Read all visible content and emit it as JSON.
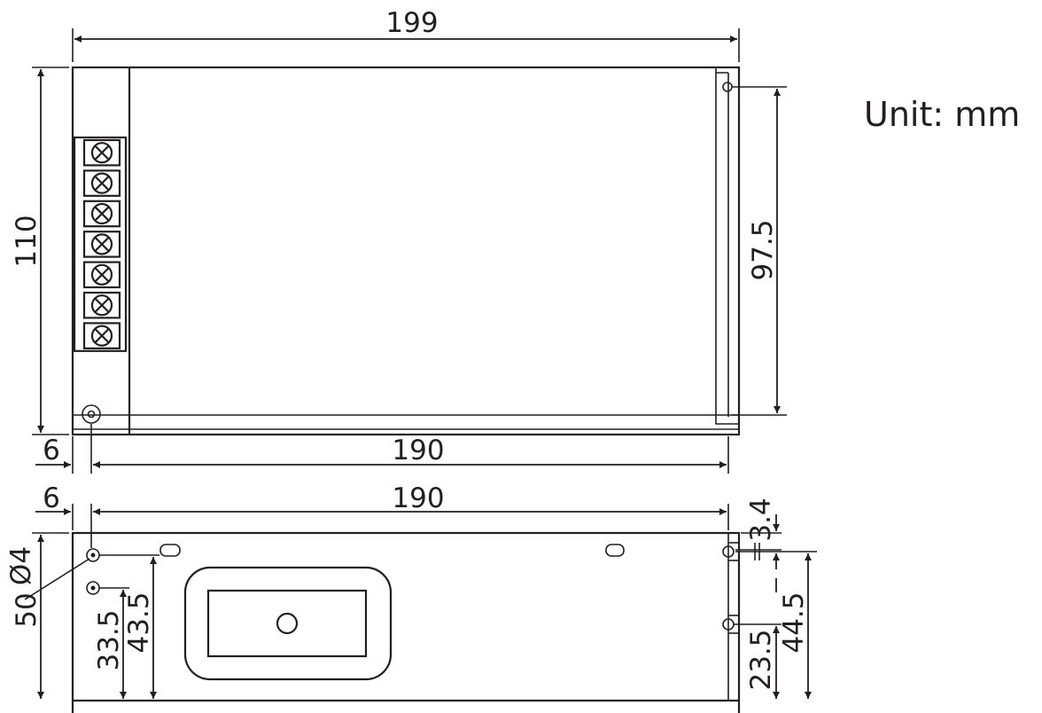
{
  "unit_label": "Unit: mm",
  "top_view": {
    "overall_length": "199",
    "body_length": "190",
    "height": "110",
    "mount_spacing": "97.5",
    "edge_offset": "6",
    "terminal_count": 7
  },
  "side_view": {
    "body_length": "190",
    "edge_offset": "6",
    "hole_diameter": "Ø4",
    "total_height": "50",
    "hole_height_1": "33.5",
    "hole_height_2": "43.5",
    "right_top_offset": "3.4",
    "right_hole_height_1": "23.5",
    "right_hole_height_2": "44.5"
  }
}
